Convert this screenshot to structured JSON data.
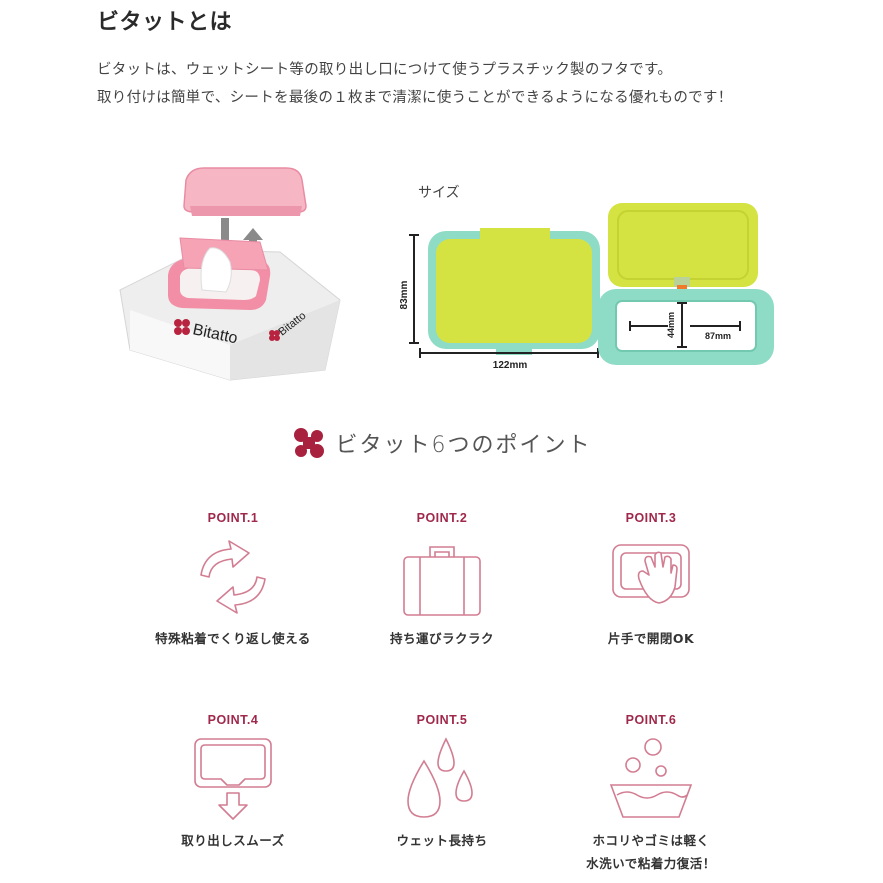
{
  "header": {
    "title": "ビタットとは"
  },
  "intro": {
    "line1": "ビタットは、ウェットシート等の取り出し口につけて使うプラスチック製のフタです。",
    "line2": "取り付けは簡単で、シートを最後の１枚まで清潔に使うことができるようになる優れものです！"
  },
  "product_image": {
    "brand_text": "Bitatto",
    "lid_color": "#f5a3b5",
    "pack_color": "#f2f2f2"
  },
  "size": {
    "label": "サイズ",
    "height": "83mm",
    "width": "122mm",
    "opening_height": "44mm",
    "opening_width": "87mm",
    "lid_color": "#d4e342",
    "frame_color": "#8fdcc6"
  },
  "points_section": {
    "title": "ビタット6つのポイント",
    "accent_color": "#a0284b",
    "icon_color": "#d27d92",
    "items": [
      {
        "label": "POINT.1",
        "caption": "特殊粘着でくり返し使える",
        "icon": "refresh-arrows-icon"
      },
      {
        "label": "POINT.2",
        "caption": "持ち運びラクラク",
        "icon": "suitcase-icon"
      },
      {
        "label": "POINT.3",
        "caption": "片手で開閉OK",
        "icon": "hand-on-lid-icon"
      },
      {
        "label": "POINT.4",
        "caption": "取り出しスムーズ",
        "icon": "dispense-arrow-icon"
      },
      {
        "label": "POINT.5",
        "caption": "ウェット長持ち",
        "icon": "water-drops-icon"
      },
      {
        "label": "POINT.6",
        "caption_line1": "ホコリやゴミは軽く",
        "caption_line2": "水洗いで粘着力復活！",
        "icon": "wash-basin-icon"
      }
    ]
  }
}
